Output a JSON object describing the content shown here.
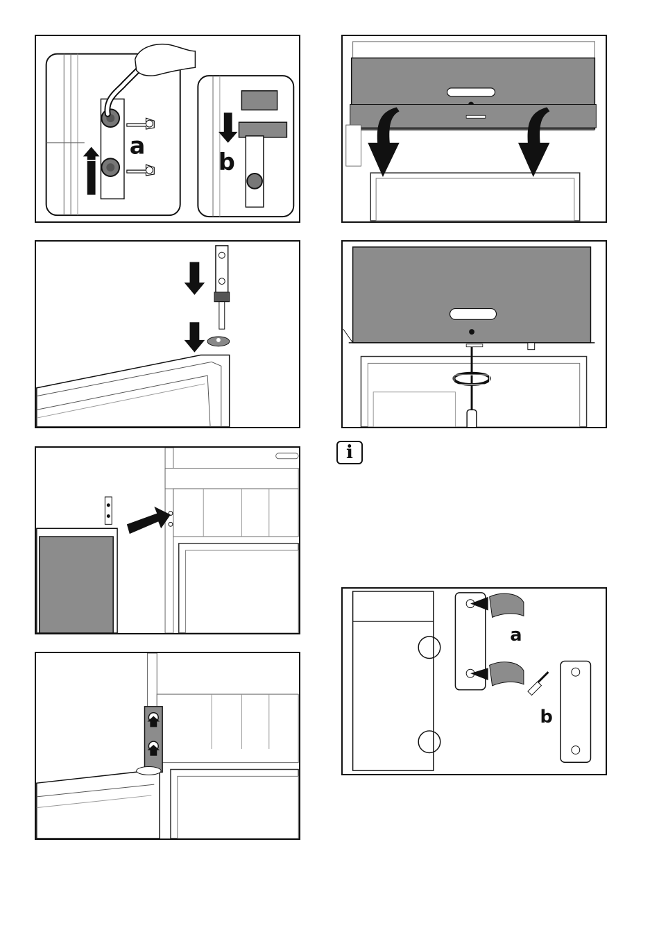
{
  "labels": {
    "panel1_a": "a",
    "panel1_b": "b",
    "panel8_a": "a",
    "panel8_b": "b"
  },
  "info_icon": {
    "glyph": "i",
    "name": "info-icon"
  },
  "colors": {
    "ink": "#111111",
    "shade": "#8c8c8c",
    "line": "#555555"
  }
}
